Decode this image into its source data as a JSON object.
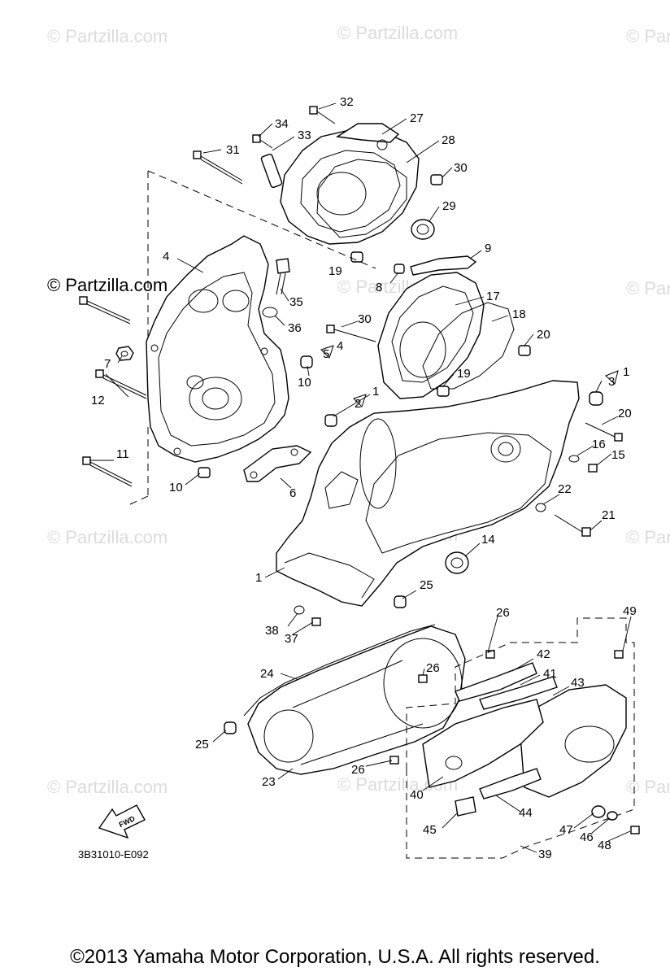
{
  "watermark": "© Partzilla.com",
  "logo_text": "© Partzilla.com",
  "diagram_code": "3B31010-E092",
  "fwd_label": "FWD",
  "copyright": "©2013  Yamaha Motor Corporation, U.S.A. All rights reserved.",
  "callouts": [
    "32",
    "27",
    "34",
    "33",
    "28",
    "31",
    "30",
    "29",
    "9",
    "4",
    "35",
    "36",
    "8",
    "17",
    "18",
    "19",
    "30",
    "20",
    "19",
    "5",
    "4",
    "3",
    "1",
    "10",
    "7",
    "2",
    "1",
    "12",
    "20",
    "16",
    "15",
    "11",
    "6",
    "10",
    "22",
    "21",
    "14",
    "1",
    "25",
    "26",
    "38",
    "37",
    "24",
    "26",
    "42",
    "41",
    "43",
    "25",
    "26",
    "23",
    "40",
    "44",
    "45",
    "47",
    "46",
    "48",
    "39",
    "49"
  ]
}
